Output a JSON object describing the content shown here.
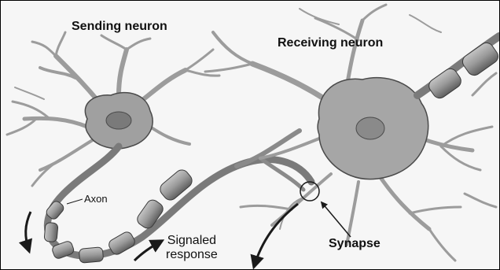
{
  "labels": {
    "sending": "Sending neuron",
    "receiving": "Receiving neuron",
    "axon": "Axon",
    "signaled_line1": "Signaled",
    "signaled_line2": "response",
    "synapse": "Synapse"
  },
  "colors": {
    "background": "#f6f6f6",
    "cell_fill": "#a8a8a8",
    "cell_dark": "#6e6e6e",
    "outline": "#3a3a3a",
    "myelin": "#8a8a8a",
    "arrow": "#1a1a1a"
  }
}
